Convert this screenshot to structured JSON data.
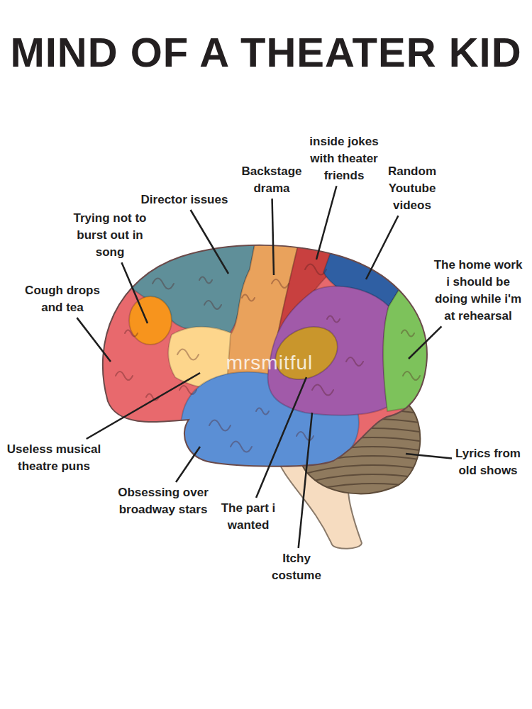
{
  "diagram": {
    "title": "MIND OF A THEATER KID",
    "labels": [
      "inside jokes with theater friends",
      "Backstage drama",
      "Random Youtube videos",
      "Director issues",
      "Trying not to burst out in song",
      "The home work i should be doing while i'm at rehearsal",
      "Cough drops and tea",
      "mrsmitful",
      "Useless musical theatre puns",
      "Lyrics from old shows",
      "Obsessing over broadway stars",
      "The part i wanted",
      "Itchy costume"
    ]
  }
}
